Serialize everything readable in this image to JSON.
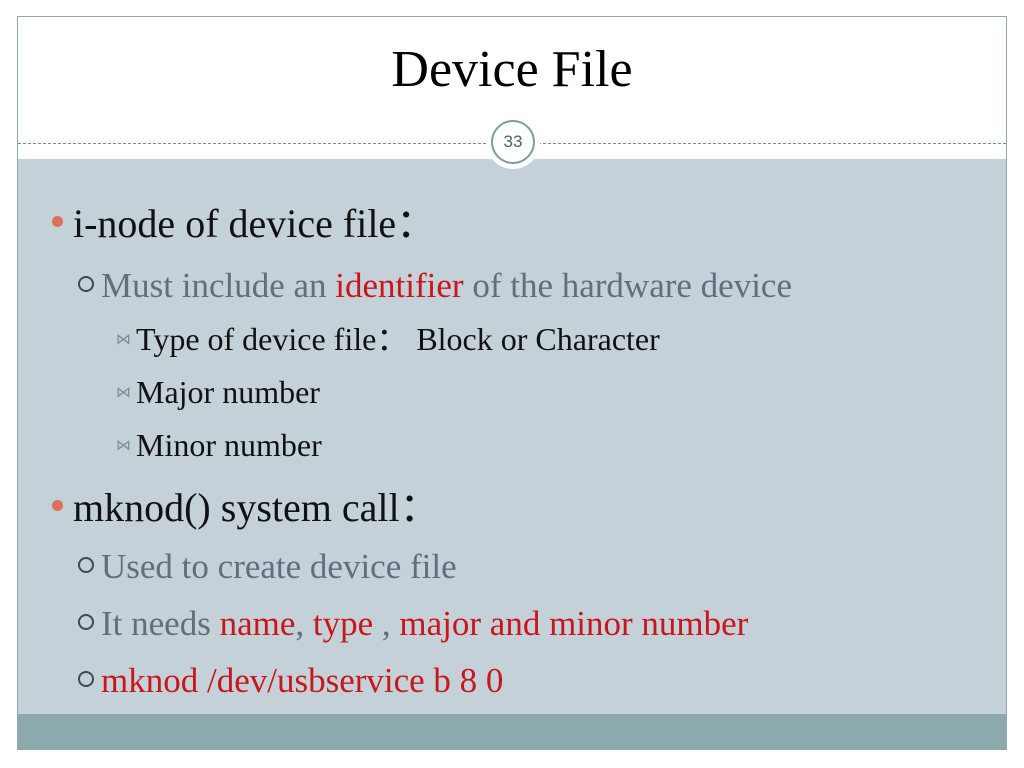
{
  "slide": {
    "title": "Device File",
    "page_number": "33"
  },
  "content": {
    "inode": {
      "label": "i-node of device file：",
      "must": {
        "part1": "Must include an ",
        "part2": "identifier",
        "part3": " of the hardware device"
      },
      "items": [
        "Type of device file： Block or Character",
        "Major number",
        "Minor number"
      ]
    },
    "mknod": {
      "label": "mknod() system call：",
      "used": "Used to create device file",
      "needs": {
        "part1": "It needs ",
        "part2": "name",
        "part3": ", ",
        "part4": "type",
        "part5": " , ",
        "part6": "major and minor number"
      },
      "command": "mknod /dev/usbservice b 8 0"
    }
  },
  "colors": {
    "content_bg": "#c5d1d8",
    "footer": "#8ca9ad",
    "bullet": "#de6e5e",
    "accent_red": "#c8171b",
    "sub_text": "#5f6f80"
  }
}
